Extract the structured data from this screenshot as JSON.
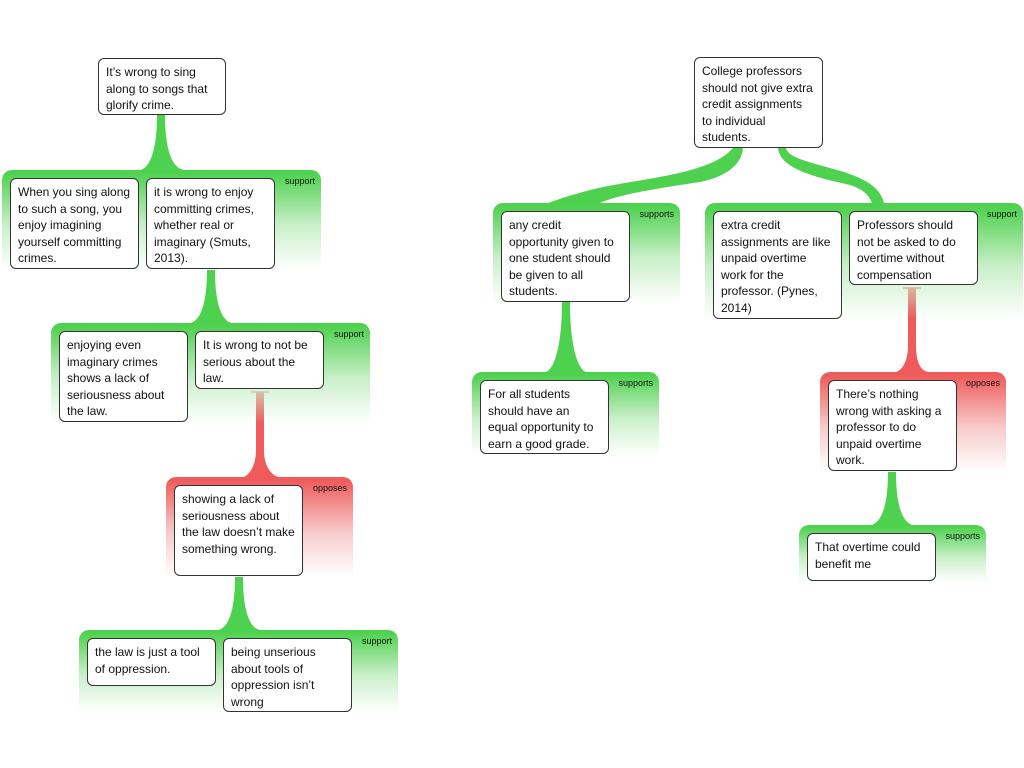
{
  "labels": {
    "support": "support",
    "supports": "supports",
    "opposes": "opposes"
  },
  "nodes": {
    "crime_claim": "It’s wrong to sing along to songs that glorify crime.",
    "enjoy_imagining": "When you sing along to such a song, you enjoy imagining yourself committing crimes.",
    "wrong_enjoy": "it is wrong to enjoy committing crimes, whether real or imaginary (Smuts, 2013).",
    "lack_serious": "enjoying even imaginary crimes shows a lack of seriousness about the law.",
    "wrong_not_serious": "It is wrong to not be serious about the law.",
    "not_wrong": "showing a lack of seriousness about the law doesn’t make something wrong.",
    "tool_oppression": "the law is just a tool of oppression.",
    "unserious_tools": "being unserious about tools of oppression isn’t wrong",
    "professor_claim": "College professors should not give extra credit assignments to individual students.",
    "any_credit": "any credit opportunity given to one student should be given to all students.",
    "equal_opportunity": "For all students should have an equal opportunity to earn a good grade.",
    "unpaid_overtime": "extra credit assignments are like unpaid overtime work for the professor. (Pynes, 2014)",
    "no_overtime": "Professors should not be asked to do overtime without compensation",
    "nothing_wrong": "There’s nothing wrong with asking a professor to do unpaid overtime work.",
    "benefit_me": "That overtime could benefit me"
  },
  "colors": {
    "support": "#4ed14e",
    "oppose": "#ef5b5b",
    "border": "#333333",
    "text": "#111111"
  }
}
